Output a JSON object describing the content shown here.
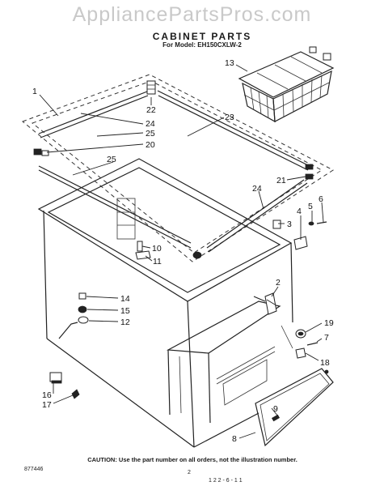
{
  "watermark": "AppliancePartsPros.com",
  "header": {
    "title": "CABINET PARTS",
    "model_line": "For Model: EH150CXLW-2"
  },
  "callouts": {
    "c1": "1",
    "c2": "2",
    "c3": "3",
    "c4": "4",
    "c5": "5",
    "c6": "6",
    "c7": "7",
    "c8": "8",
    "c9": "9",
    "c10": "10",
    "c11": "11",
    "c12": "12",
    "c13": "13",
    "c14": "14",
    "c15": "15",
    "c16": "16",
    "c17": "17",
    "c18": "18",
    "c19": "19",
    "c20": "20",
    "c21": "21",
    "c22": "22",
    "c23": "23",
    "c24a": "24",
    "c24b": "24",
    "c25a": "25",
    "c25b": "25"
  },
  "footer": {
    "caution": "CAUTION: Use the part number on all orders, not the illustration number.",
    "doc_number": "877446",
    "page_number": "2",
    "code": "1 2 2 - 6 - 1 1"
  }
}
